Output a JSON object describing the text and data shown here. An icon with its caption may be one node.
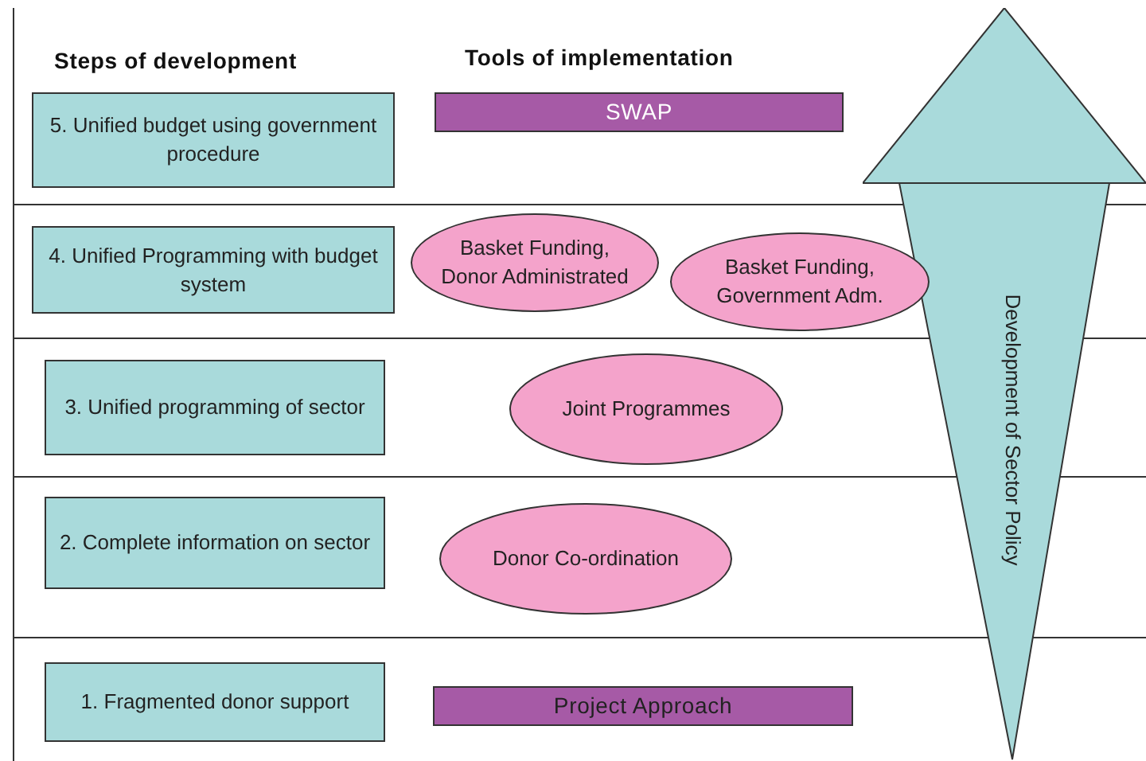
{
  "diagram": {
    "nodes": [
      {
        "text": [
          "Development of Sector Policy"
        ]
      },
      {
        "text": [
          "5. Unified budget using government procedure"
        ]
      },
      {
        "text": [
          "SWAP"
        ]
      },
      {
        "text": [
          "4. Unified Programming with budget system"
        ]
      },
      {
        "text": [
          "Basket Funding, Donor Administrated"
        ]
      },
      {
        "text": [
          "Basket Funding, Government Adm."
        ]
      },
      {
        "text": [
          "3. Unified programming of sector"
        ]
      },
      {
        "text": [
          "Joint Programmes"
        ]
      },
      {
        "text": [
          "2. Complete information on sector"
        ]
      },
      {
        "text": [
          "Donor Co-ordination"
        ]
      },
      {
        "text": [
          "1. Fragmented donor support"
        ]
      },
      {
        "text": [
          "Project Approach"
        ]
      }
    ],
    "labels": [
      "Steps of development",
      "Tools of implementation"
    ]
  }
}
